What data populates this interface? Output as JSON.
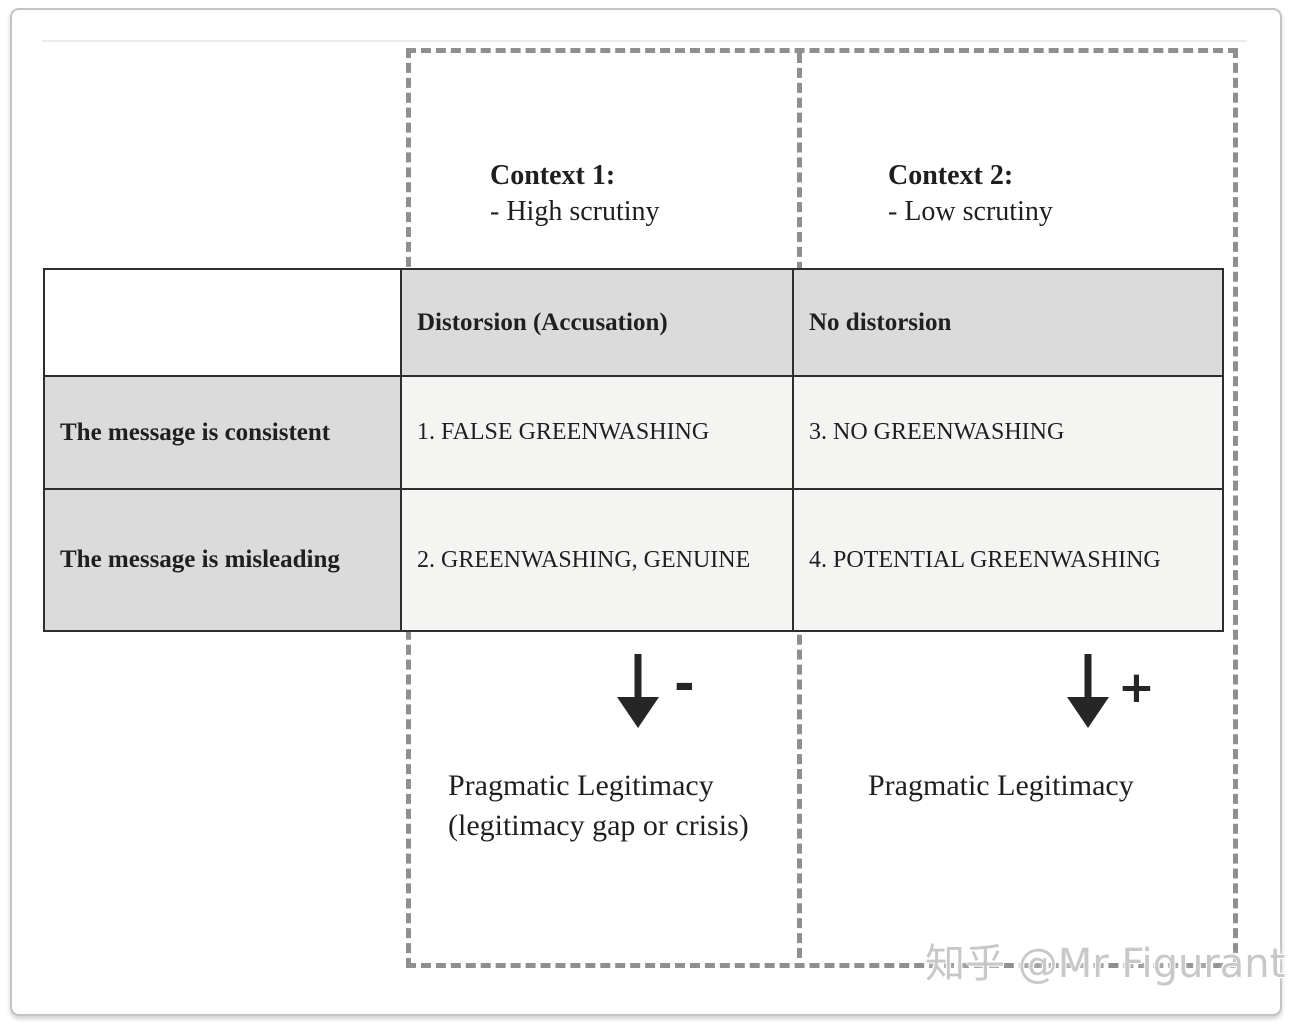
{
  "contexts": [
    {
      "title": "Context 1:",
      "subtitle": "- High scrutiny"
    },
    {
      "title": "Context 2:",
      "subtitle": "- Low scrutiny"
    }
  ],
  "matrix": {
    "column_headers": [
      "Distorsion (Accusation)",
      "No distorsion"
    ],
    "rows": [
      {
        "header": "The message is consistent",
        "cells": [
          "1. FALSE GREENWASHING",
          "3. NO GREENWASHING"
        ]
      },
      {
        "header": "The message is misleading",
        "cells": [
          "2. GREENWASHING, GENUINE",
          "4. POTENTIAL GREENWASHING"
        ]
      }
    ]
  },
  "outcomes": {
    "negative": {
      "sign": "-",
      "line1": "Pragmatic Legitimacy",
      "line2": "(legitimacy gap or crisis)"
    },
    "positive": {
      "sign": "+",
      "line1": "Pragmatic Legitimacy",
      "line2": ""
    }
  },
  "watermark": "知乎 @Mr Figurant",
  "colors": {
    "table_header_bg": "#dbdbdb",
    "row_header_bg": "#dbdbdb",
    "data_cell_bg": "#f4f4f3",
    "table_border": "#2e2e2e",
    "dashed_border": "#8f8f8f",
    "text": "#1f1f1f",
    "arrow": "#262626",
    "watermark_text": "#c8c8c8",
    "card_border": "#c4c4c4"
  }
}
